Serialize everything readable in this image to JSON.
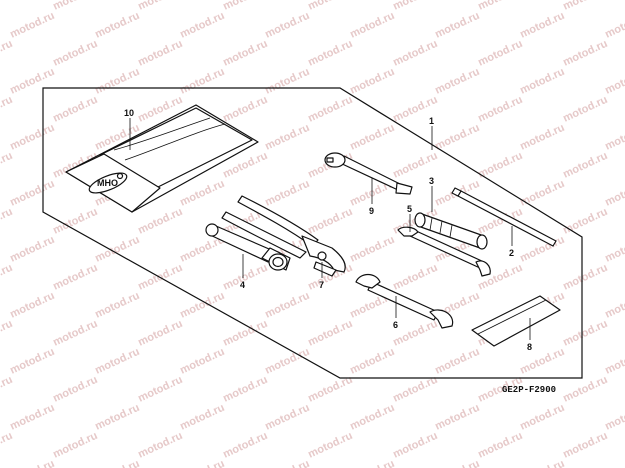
{
  "watermark": "motod.ru",
  "diagram_code": "GE2P-F2900",
  "callouts": {
    "c1": "1",
    "c2": "2",
    "c3": "3",
    "c4": "4",
    "c5": "5",
    "c6": "6",
    "c7": "7",
    "c8": "8",
    "c9": "9",
    "c10": "10"
  },
  "case_label": "MHO"
}
